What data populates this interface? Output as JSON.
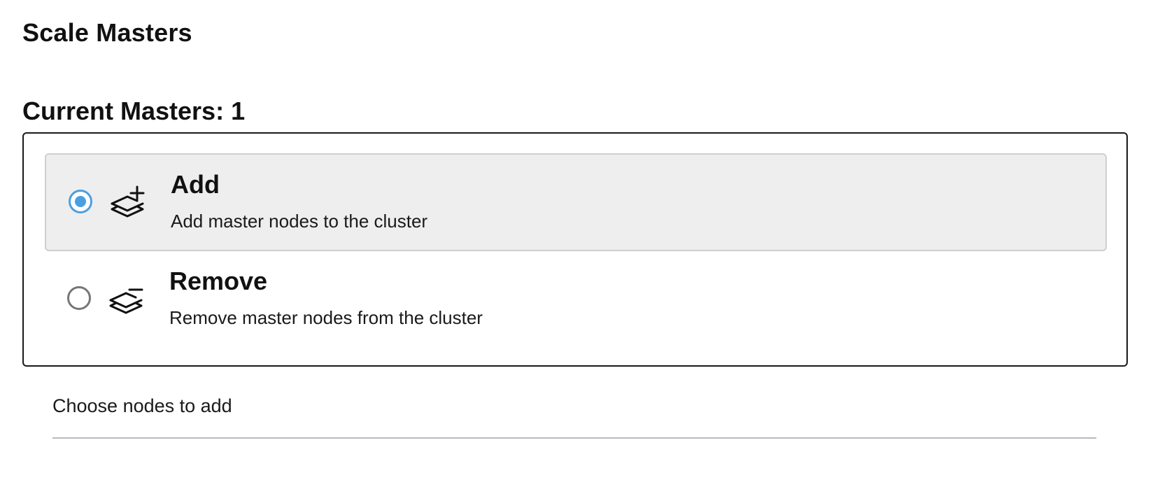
{
  "page": {
    "title": "Scale Masters"
  },
  "current_masters": {
    "label": "Current Masters: 1"
  },
  "scale_options": [
    {
      "title": "Add",
      "description": "Add master nodes to the cluster",
      "selected": true,
      "icon": "layers-plus-icon"
    },
    {
      "title": "Remove",
      "description": "Remove master nodes from the cluster",
      "selected": false,
      "icon": "layers-minus-icon"
    }
  ],
  "nodes_field": {
    "placeholder": "Choose nodes to add"
  },
  "colors": {
    "accent": "#4a9fe0",
    "selected_background": "#eeeeee",
    "border": "#1a1a1a"
  }
}
